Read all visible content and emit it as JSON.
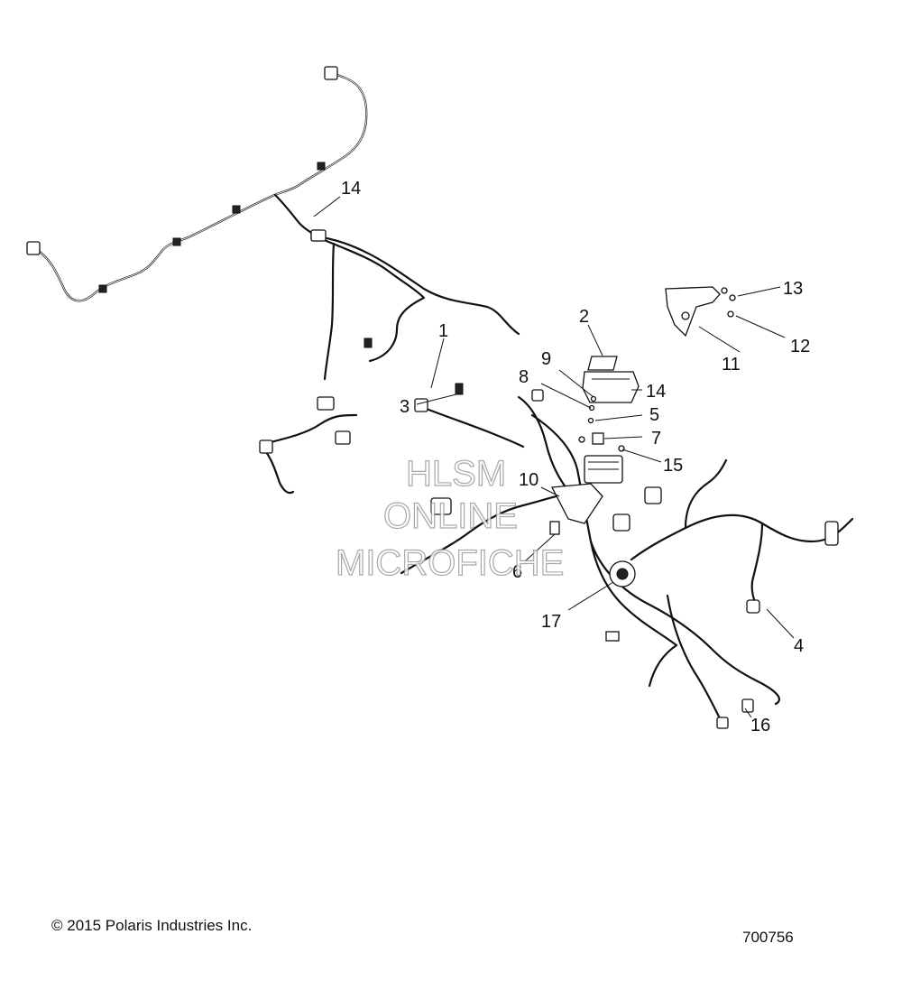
{
  "diagram": {
    "callouts": [
      {
        "id": "c1",
        "label": "1"
      },
      {
        "id": "c2",
        "label": "2"
      },
      {
        "id": "c3",
        "label": "3"
      },
      {
        "id": "c4",
        "label": "4"
      },
      {
        "id": "c5",
        "label": "5"
      },
      {
        "id": "c6",
        "label": "6"
      },
      {
        "id": "c7",
        "label": "7"
      },
      {
        "id": "c8",
        "label": "8"
      },
      {
        "id": "c9",
        "label": "9"
      },
      {
        "id": "c10",
        "label": "10"
      },
      {
        "id": "c11",
        "label": "11"
      },
      {
        "id": "c12",
        "label": "12"
      },
      {
        "id": "c13",
        "label": "13"
      },
      {
        "id": "c14a",
        "label": "14"
      },
      {
        "id": "c14b",
        "label": "14"
      },
      {
        "id": "c15",
        "label": "15"
      },
      {
        "id": "c16",
        "label": "16"
      },
      {
        "id": "c17",
        "label": "17"
      }
    ],
    "watermark": [
      "HLSM",
      "ONLINE",
      "MICROFICHE"
    ]
  },
  "footer": {
    "copyright": "© 2015 Polaris Industries Inc.",
    "drawing_number": "700756"
  }
}
